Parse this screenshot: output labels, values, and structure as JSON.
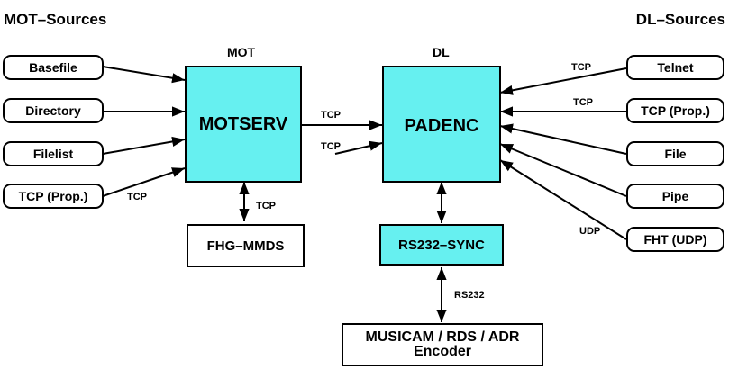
{
  "headers": {
    "mot_sources": "MOT–Sources",
    "dl_sources": "DL–Sources",
    "mot": "MOT",
    "dl": "DL"
  },
  "mot_sources": [
    {
      "label": "Basefile"
    },
    {
      "label": "Directory"
    },
    {
      "label": "Filelist"
    },
    {
      "label": "TCP (Prop.)",
      "conn": "TCP"
    }
  ],
  "dl_sources": [
    {
      "label": "Telnet",
      "conn": "TCP"
    },
    {
      "label": "TCP (Prop.)",
      "conn": "TCP"
    },
    {
      "label": "File"
    },
    {
      "label": "Pipe"
    },
    {
      "label": "FHT (UDP)",
      "conn": "UDP"
    }
  ],
  "nodes": {
    "motserv": "MOTSERV",
    "padenc": "PADENC",
    "fhg_mmds": "FHG–MMDS",
    "rs232_sync": "RS232–SYNC",
    "encoder_line1": "MUSICAM / RDS / ADR",
    "encoder_line2": "Encoder"
  },
  "links": {
    "motserv_padenc": "TCP",
    "extra_padenc": "TCP",
    "motserv_fhg": "TCP",
    "rs232_encoder": "RS232"
  },
  "colors": {
    "process_fill": "#66f0f0",
    "line": "#000000"
  }
}
